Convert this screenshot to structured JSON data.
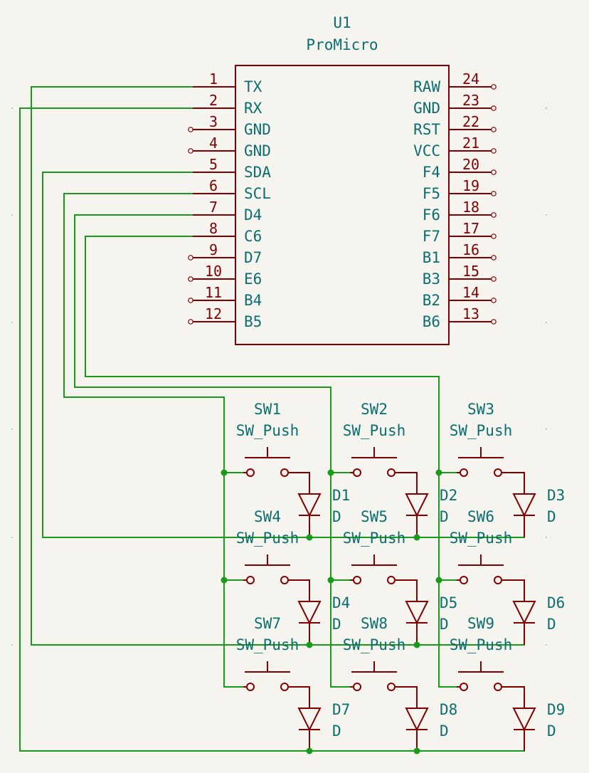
{
  "u1": {
    "ref": "U1",
    "value": "ProMicro",
    "left_pins": [
      {
        "num": "1",
        "name": "TX"
      },
      {
        "num": "2",
        "name": "RX"
      },
      {
        "num": "3",
        "name": "GND"
      },
      {
        "num": "4",
        "name": "GND"
      },
      {
        "num": "5",
        "name": "SDA"
      },
      {
        "num": "6",
        "name": "SCL"
      },
      {
        "num": "7",
        "name": "D4"
      },
      {
        "num": "8",
        "name": "C6"
      },
      {
        "num": "9",
        "name": "D7"
      },
      {
        "num": "10",
        "name": "E6"
      },
      {
        "num": "11",
        "name": "B4"
      },
      {
        "num": "12",
        "name": "B5"
      }
    ],
    "right_pins": [
      {
        "num": "24",
        "name": "RAW"
      },
      {
        "num": "23",
        "name": "GND"
      },
      {
        "num": "22",
        "name": "RST"
      },
      {
        "num": "21",
        "name": "VCC"
      },
      {
        "num": "20",
        "name": "F4"
      },
      {
        "num": "19",
        "name": "F5"
      },
      {
        "num": "18",
        "name": "F6"
      },
      {
        "num": "17",
        "name": "F7"
      },
      {
        "num": "16",
        "name": "B1"
      },
      {
        "num": "15",
        "name": "B3"
      },
      {
        "num": "14",
        "name": "B2"
      },
      {
        "num": "13",
        "name": "B6"
      }
    ]
  },
  "switches": [
    {
      "ref": "SW1",
      "value": "SW_Push"
    },
    {
      "ref": "SW2",
      "value": "SW_Push"
    },
    {
      "ref": "SW3",
      "value": "SW_Push"
    },
    {
      "ref": "SW4",
      "value": "SW_Push"
    },
    {
      "ref": "SW5",
      "value": "SW_Push"
    },
    {
      "ref": "SW6",
      "value": "SW_Push"
    },
    {
      "ref": "SW7",
      "value": "SW_Push"
    },
    {
      "ref": "SW8",
      "value": "SW_Push"
    },
    {
      "ref": "SW9",
      "value": "SW_Push"
    }
  ],
  "diodes": [
    {
      "ref": "D1",
      "value": "D"
    },
    {
      "ref": "D2",
      "value": "D"
    },
    {
      "ref": "D3",
      "value": "D"
    },
    {
      "ref": "D4",
      "value": "D"
    },
    {
      "ref": "D5",
      "value": "D"
    },
    {
      "ref": "D6",
      "value": "D"
    },
    {
      "ref": "D7",
      "value": "D"
    },
    {
      "ref": "D8",
      "value": "D"
    },
    {
      "ref": "D9",
      "value": "D"
    }
  ],
  "colors": {
    "background": "#f5f4ef",
    "symbol_body": "#840000",
    "text": "#0c6e6e",
    "wire": "#1a9a1a"
  }
}
